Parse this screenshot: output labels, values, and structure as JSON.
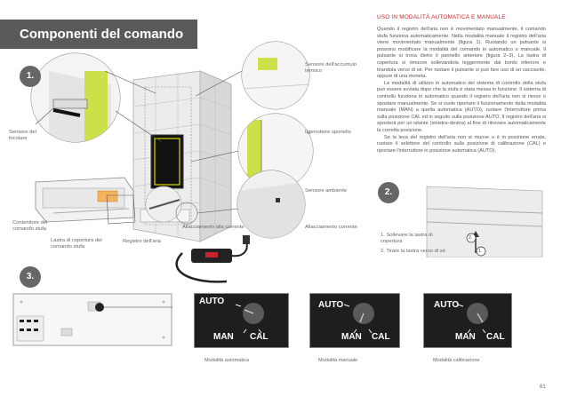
{
  "header": {
    "title": "Componenti del comando stufa"
  },
  "right_section": {
    "heading": "USO IN MODALITÀ AUTOMATICA E MANUALE",
    "paragraphs": [
      "Quando il registro dell'aria non è movimentato manualmente, il comando stufa funziona automaticamente. Nella modalità manuale il registro dell'aria viene movimentato manualmente (figura 1). Ruotando un pulsante si possono modificare la modalità del comando in automatico o manuale. Il pulsante si trova dietro il pannello anteriore (figura 2–3). La lastra di copertura si rimuove sollevandola leggermente dal bordo inferiore e tirandola verso di sé. Per ruotare il pulsante si può fare uso di un cacciavite, oppure di una moneta.",
      "Le modalità di utilizzo in automatico del sistema di controllo della stufa può essere avviata dopo che la stufa è stata messa in funzione. Il sistema di controllo funziona in automatico quando il registro dell'aria non si riesce o spostare manualmente. Se si vuole riportare il funzionamento della modalità manuale (MAN) a quella automatica (AUTO), ruotare l'interruttore prima sulla posizione CAL ed in seguito sulla posizione AUTO. Il registro dell'aria si sposterà per un istante (sinistra–destra) al fine di ritrovare automaticamente la corretta posizione.",
      "Se la leva del registro dell'aria non si muove o è in posizione errata, ruotare il selettore del controllo sulla posizione di calibrazione (CAL) e riportare l'interruttore in posizione automatica (AUTO)."
    ]
  },
  "labels": {
    "sensore_accumulo": "Sensore dell'accumulo termico",
    "sensore_focolare": "Sensore del focolare",
    "interruttore_sportello": "Interruttore sportello",
    "sensore_ambiente": "Sensore ambiente",
    "contenitore": "Contenitore del comando stufa",
    "lastra": "Lastra di copertura del comando stufa",
    "registro": "Registro dell'aria",
    "allacciamento_alla": "Allacciamento alla corrente",
    "allacciamento": "Allacciamento corrente"
  },
  "figures": {
    "n1": "1.",
    "n2": "2.",
    "n3": "3."
  },
  "fig2_steps": [
    "1. Sollevare la lastra di copertura",
    "2. Tirare la lastra verso di sé"
  ],
  "fig2_markers": [
    "2.",
    "1."
  ],
  "dial": {
    "auto": "AUTO",
    "man": "MAN",
    "cal": "CAL"
  },
  "captions": [
    "Modalità automatica",
    "Modalità manuale",
    "Modalità calibrazione"
  ],
  "page_number": "81",
  "colors": {
    "accent": "#c8242b",
    "title_bar": "#5a5a5a",
    "highlight": "#cde04a"
  }
}
